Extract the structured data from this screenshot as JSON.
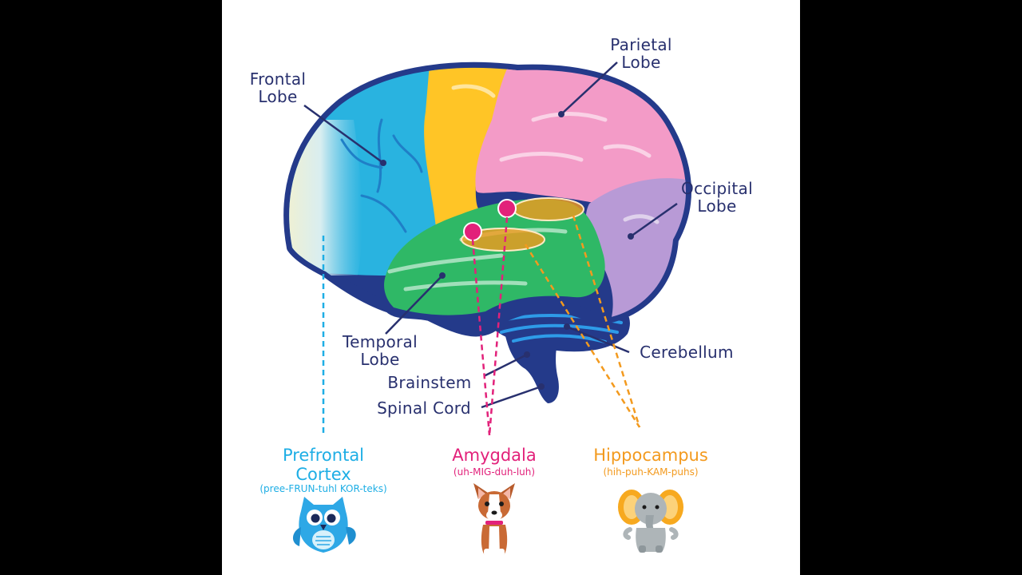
{
  "labels": {
    "frontal": {
      "line1": "Frontal",
      "line2": "Lobe"
    },
    "parietal": {
      "line1": "Parietal",
      "line2": "Lobe"
    },
    "occipital": {
      "line1": "Occipital",
      "line2": "Lobe"
    },
    "temporal": {
      "line1": "Temporal",
      "line2": "Lobe"
    },
    "cerebellum": "Cerebellum",
    "brainstem": "Brainstem",
    "spinal_cord": "Spinal Cord"
  },
  "regions": {
    "prefrontal": {
      "line1": "Prefrontal",
      "line2": "Cortex",
      "pronunciation": "(pree-FRUN-tuhl KOR-teks)",
      "mascot": "owl-icon"
    },
    "amygdala": {
      "name": "Amygdala",
      "pronunciation": "(uh-MIG-duh-luh)",
      "mascot": "dog-icon"
    },
    "hippocampus": {
      "name": "Hippocampus",
      "pronunciation": "(hih-puh-KAM-puhs)",
      "mascot": "elephant-icon"
    }
  },
  "colors": {
    "label_text": "#28306e",
    "outline": "#243a8a",
    "frontal": "#29b3e0",
    "motor": "#ffc526",
    "parietal": "#f39bc7",
    "occipital": "#b89ad6",
    "temporal": "#2fb866",
    "cerebellum": "#2e9be8",
    "prefrontal": "#1eaee5",
    "amygdala": "#e2217a",
    "hippocampus": "#f39a1e"
  }
}
